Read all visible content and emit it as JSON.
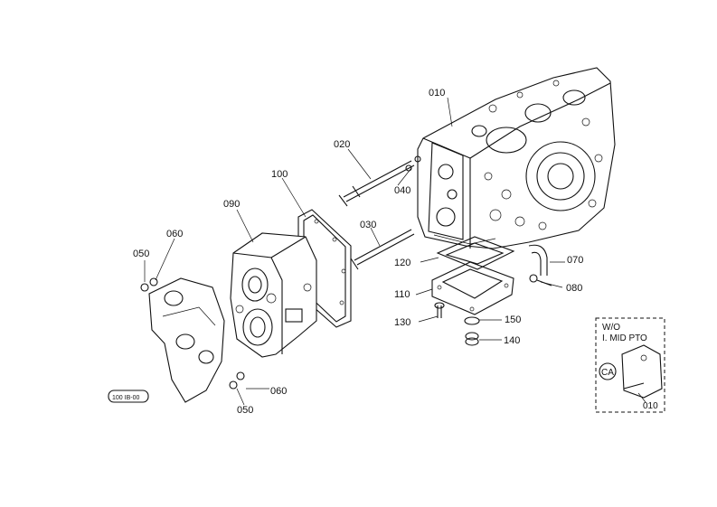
{
  "parts": [
    {
      "id": "p010",
      "label": "010"
    },
    {
      "id": "p020",
      "label": "020"
    },
    {
      "id": "p030",
      "label": "030"
    },
    {
      "id": "p040",
      "label": "040"
    },
    {
      "id": "p050a",
      "label": "050"
    },
    {
      "id": "p050b",
      "label": "050"
    },
    {
      "id": "p060a",
      "label": "060"
    },
    {
      "id": "p060b",
      "label": "060"
    },
    {
      "id": "p070",
      "label": "070"
    },
    {
      "id": "p080",
      "label": "080"
    },
    {
      "id": "p090",
      "label": "090"
    },
    {
      "id": "p100",
      "label": "100"
    },
    {
      "id": "p110",
      "label": "110"
    },
    {
      "id": "p120",
      "label": "120"
    },
    {
      "id": "p130",
      "label": "130"
    },
    {
      "id": "p140",
      "label": "140"
    },
    {
      "id": "p150",
      "label": "150"
    }
  ],
  "inset": {
    "title": "W/O",
    "subtitle": "I. MID PTO",
    "badge": "CA",
    "part_label": "010"
  },
  "stamp": "100 IB-00"
}
